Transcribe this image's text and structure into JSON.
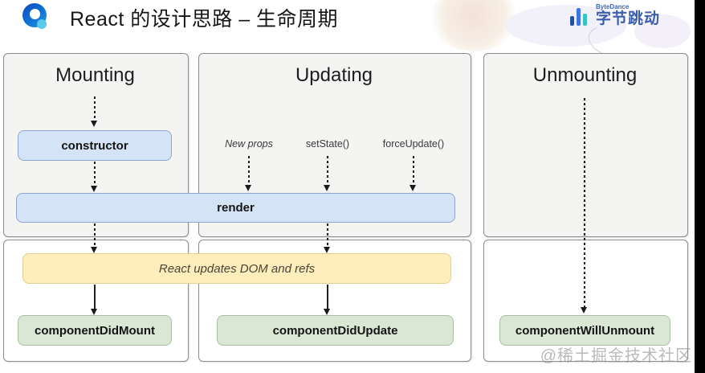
{
  "header": {
    "title": "React 的设计思路 – 生命周期",
    "brand_en": "ByteDance",
    "brand_zh": "字节跳动"
  },
  "columns": {
    "mounting": "Mounting",
    "updating": "Updating",
    "unmounting": "Unmounting"
  },
  "triggers": [
    "New props",
    "setState()",
    "forceUpdate()"
  ],
  "boxes": {
    "constructor": "constructor",
    "render": "render",
    "dom_update": "React updates DOM and refs",
    "did_mount": "componentDidMount",
    "did_update": "componentDidUpdate",
    "will_unmount": "componentWillUnmount"
  },
  "watermark": "@稀土掘金技术社区",
  "colors": {
    "blue_box_fill": "#d5e3f7",
    "blue_box_border": "#8fa6cc",
    "yellow_box_fill": "#fdeebc",
    "yellow_box_border": "#e3cf90",
    "green_box_fill": "#d9e7d4",
    "green_box_border": "#a9bf9f",
    "panel_top_fill": "#f4f4f3",
    "panel_border": "#8c8c8c",
    "brand_blue": "#3b5fae",
    "arrow": "#1a1a1a"
  }
}
